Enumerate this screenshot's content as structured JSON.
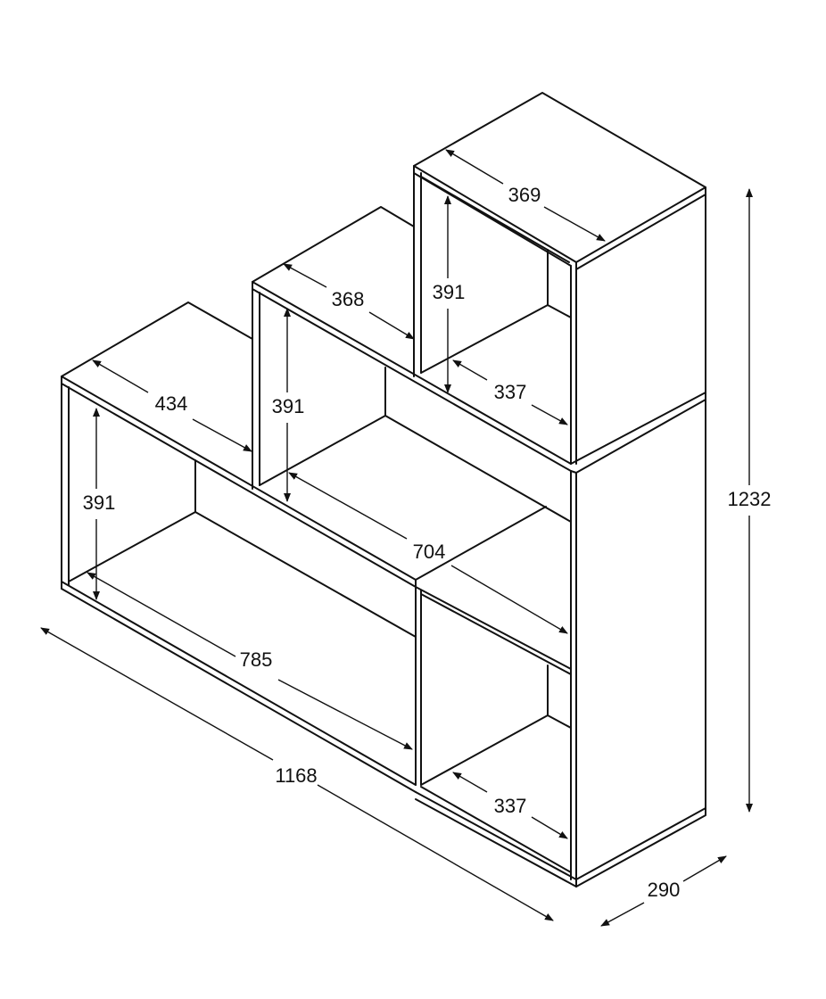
{
  "colors": {
    "line": "#111111",
    "background": "#ffffff"
  },
  "dimensions": {
    "total_width": "1168",
    "total_height": "1232",
    "depth": "290",
    "bottom_left_inner_width": "785",
    "mid_shelf_inner_width": "704",
    "left_top_depth": "434",
    "middle_top_depth": "368",
    "right_top_depth": "369",
    "left_height": "391",
    "middle_height": "391",
    "right_height": "391",
    "upper_cube_depth": "337",
    "lower_cube_depth": "337"
  }
}
